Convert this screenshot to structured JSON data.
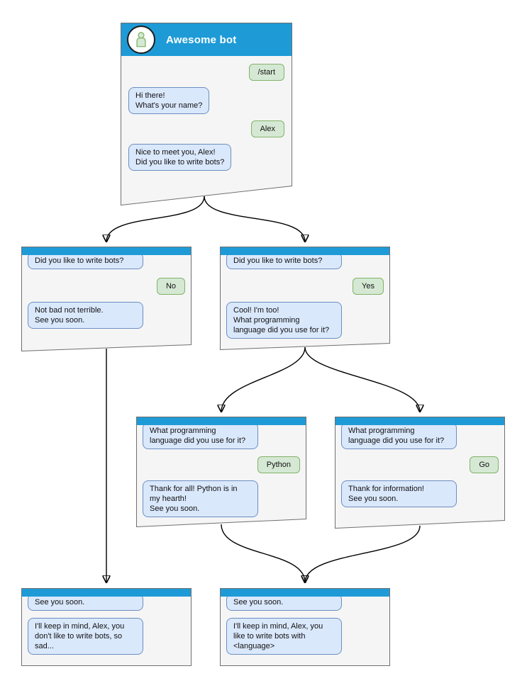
{
  "diagram": {
    "type": "chatbot-conversation-flowchart",
    "colors": {
      "titlebar_blue": "#1e9bd7",
      "window_fill": "#f5f5f6",
      "window_border": "#707070",
      "bot_bubble_fill": "#dae8fc",
      "bot_bubble_border": "#6c8ebf",
      "user_bubble_fill": "#d5e8d4",
      "user_bubble_border": "#82b366",
      "connector": "#000000"
    }
  },
  "windows": {
    "main": {
      "title": "Awesome bot",
      "avatar_icon": "person-icon",
      "messages": [
        {
          "from": "user",
          "text": "/start"
        },
        {
          "from": "bot",
          "text": "Hi there!\nWhat's your name?"
        },
        {
          "from": "user",
          "text": "Alex"
        },
        {
          "from": "bot",
          "text": "Nice to meet you, Alex!\nDid you like to write bots?"
        }
      ]
    },
    "branch_no": {
      "messages": [
        {
          "from": "bot",
          "text": "Did you like to write bots?"
        },
        {
          "from": "user",
          "text": "No"
        },
        {
          "from": "bot",
          "text": "Not bad not terrible.\nSee you soon."
        }
      ]
    },
    "branch_yes": {
      "messages": [
        {
          "from": "bot",
          "text": "Did you like to write bots?"
        },
        {
          "from": "user",
          "text": "Yes"
        },
        {
          "from": "bot",
          "text": "Cool! I'm too!\nWhat programming\nlanguage did you use for it?"
        }
      ]
    },
    "branch_python": {
      "messages": [
        {
          "from": "bot",
          "text": "What programming\nlanguage did you use for it?"
        },
        {
          "from": "user",
          "text": "Python"
        },
        {
          "from": "bot",
          "text": "Thank for all! Python is in\nmy hearth!\nSee you soon."
        }
      ]
    },
    "branch_go": {
      "messages": [
        {
          "from": "bot",
          "text": "What programming\nlanguage did you use for it?"
        },
        {
          "from": "user",
          "text": "Go"
        },
        {
          "from": "bot",
          "text": "Thank for information!\nSee you soon."
        }
      ]
    },
    "end_no": {
      "messages": [
        {
          "from": "bot",
          "text": "See you soon."
        },
        {
          "from": "bot",
          "text": "I'll keep in mind, Alex, you\ndon't like to write bots, so\nsad..."
        }
      ]
    },
    "end_language": {
      "messages": [
        {
          "from": "bot",
          "text": "See you soon."
        },
        {
          "from": "bot",
          "text": "I'll keep in mind, Alex, you\nlike to write bots with\n<language>"
        }
      ]
    }
  }
}
